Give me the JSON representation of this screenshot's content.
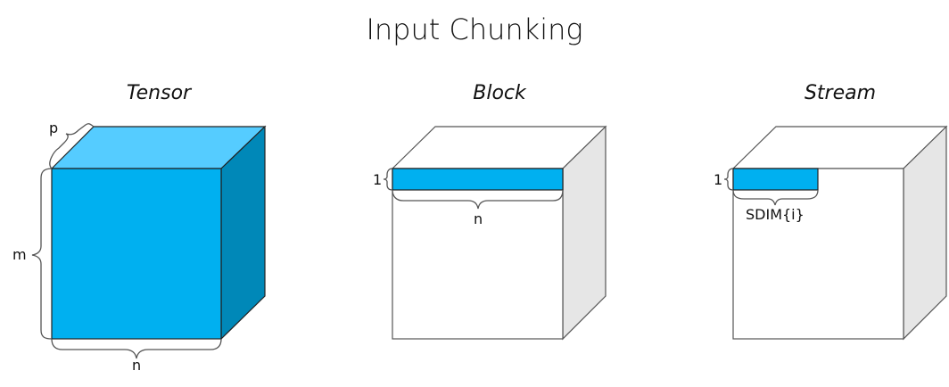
{
  "title": "Input Chunking",
  "panels": [
    {
      "name": "Tensor",
      "labels": {
        "depth": "p",
        "height": "m",
        "width": "n"
      },
      "fill": "#00B0F0",
      "top_fill": "#55CCFF",
      "side_fill": "#0088B8"
    },
    {
      "name": "Block",
      "labels": {
        "height": "1",
        "width": "n"
      },
      "fill": "#00B0F0",
      "face_fill": "#FFFFFF",
      "side_fill": "#E6E6E6"
    },
    {
      "name": "Stream",
      "labels": {
        "height": "1",
        "width": "SDIM{i}"
      },
      "fill": "#00B0F0",
      "face_fill": "#FFFFFF",
      "side_fill": "#E6E6E6"
    }
  ]
}
